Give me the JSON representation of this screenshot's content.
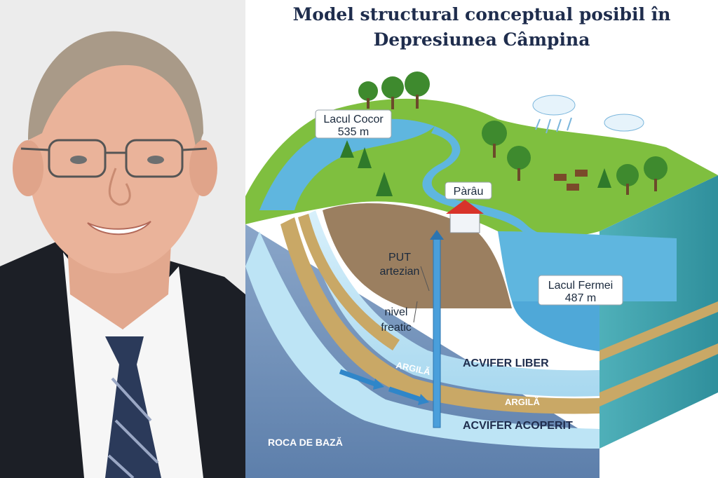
{
  "title": {
    "line1": "Model structural conceptual posibil în",
    "line2": "Depresiunea Câmpina"
  },
  "labels": {
    "lake_cocor_name": "Lacul Cocor",
    "lake_cocor_altitude": "535 m",
    "stream": "Pàrâu",
    "well_line1": "PUT",
    "well_line2": "artezian",
    "water_table_line1": "nivel",
    "water_table_line2": "freatic",
    "lake_fermei_name": "Lacul Fermei",
    "lake_fermei_altitude": "487 m",
    "clay_upper": "ARGILĂ",
    "unconfined_aquifer": "ACVIFER LIBER",
    "clay_lower": "ARGILĂ",
    "confined_aquifer": "ACVIFER ACOPERIT",
    "bedrock": "ROCA DE BAZĂ"
  },
  "colors": {
    "title": "#1f2d4d",
    "grass": "#7fbf3f",
    "water": "#5fb6df",
    "clay": "#c9a866",
    "soil": "#9b7f60",
    "aquifer": "#bfe3f4",
    "bedrock": "#6f8fb8",
    "suit": "#1c1f26",
    "background_photo": "#e9e9e9"
  }
}
